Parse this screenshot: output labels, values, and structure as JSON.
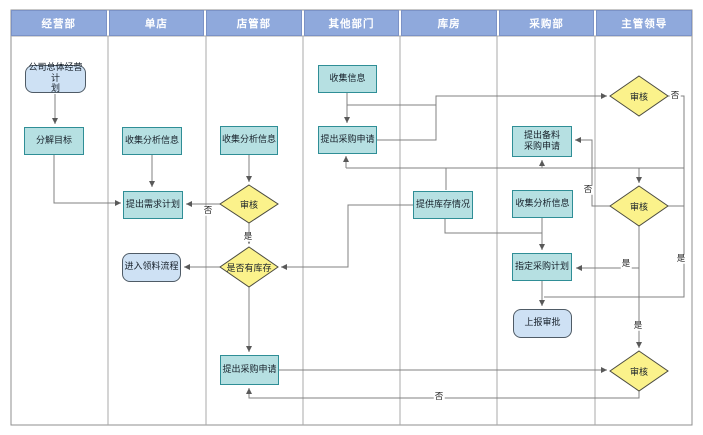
{
  "lanes": [
    "经营部",
    "单店",
    "店管部",
    "其他部门",
    "库房",
    "采购部",
    "主管领导"
  ],
  "nodes": {
    "company_plan": {
      "label": "公司总体经营计划",
      "lines": [
        "公司总体经营计",
        "划"
      ]
    },
    "decompose": {
      "label": "分解目标"
    },
    "collect_store": {
      "label": "收集分析信息"
    },
    "demand_plan": {
      "label": "提出需求计划"
    },
    "enter_material": {
      "label": "进入领料流程"
    },
    "collect_mgmt": {
      "label": "收集分析信息"
    },
    "audit1": {
      "label": "审核"
    },
    "has_stock": {
      "label": "是否有库存"
    },
    "purchase_req_store": {
      "label": "提出采购申请"
    },
    "collect_info": {
      "label": "收集信息"
    },
    "purchase_req_other": {
      "label": "提出采购申请"
    },
    "stock_status": {
      "label": "提供库存情况"
    },
    "material_req": {
      "label": "提出备料采购申请",
      "lines": [
        "提出备料",
        "采购申请"
      ]
    },
    "collect_purchase": {
      "label": "收集分析信息"
    },
    "purchase_plan": {
      "label": "指定采购计划"
    },
    "report_approval": {
      "label": "上报审批"
    },
    "audit_top": {
      "label": "审核"
    },
    "audit2": {
      "label": "审核"
    },
    "audit3": {
      "label": "审核"
    }
  },
  "branch_labels": {
    "yes": "是",
    "no": "否"
  },
  "colors": {
    "lane_header": "#8fa9dc",
    "process_fill": "#b6e0e2",
    "process_border": "#2f8e96",
    "decision_fill": "#fbf28b",
    "decision_border": "#4a4a40",
    "terminal_fill": "#cee1f4",
    "terminal_border": "#4f5b66",
    "connector": "#808080"
  }
}
